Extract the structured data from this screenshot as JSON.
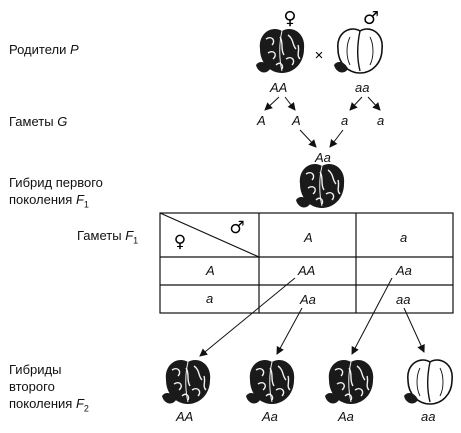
{
  "labels": {
    "parents": "Родители",
    "parents_sym": "P",
    "gametes": "Гаметы",
    "gametes_sym": "G",
    "hybrid1_line1": "Гибрид первого",
    "hybrid1_line2": "поколения",
    "hybrid1_sym": "F",
    "hybrid1_sub": "1",
    "table_gametes": "Гаметы",
    "table_gametes_sym": "F",
    "table_gametes_sub": "1",
    "hybrid2_line1": "Гибриды",
    "hybrid2_line2": "второго",
    "hybrid2_line3": "поколения",
    "hybrid2_sym": "F",
    "hybrid2_sub": "2"
  },
  "symbols": {
    "female": "♀",
    "male": "♂",
    "cross": "×"
  },
  "genotypes": {
    "parent_female": "AA",
    "parent_male": "aa",
    "gamete_1": "A",
    "gamete_2": "A",
    "gamete_3": "a",
    "gamete_4": "a",
    "f1": "Aa"
  },
  "punnett": {
    "col_headers": [
      "A",
      "a"
    ],
    "row_headers": [
      "A",
      "a"
    ],
    "cells": [
      [
        "AA",
        "Aa"
      ],
      [
        "Aa",
        "aa"
      ]
    ]
  },
  "f2": [
    "AA",
    "Aa",
    "Aa",
    "aa"
  ],
  "icons": {
    "seed_wrinkled": "wrinkled-pea-icon",
    "seed_smooth": "smooth-pea-icon"
  }
}
